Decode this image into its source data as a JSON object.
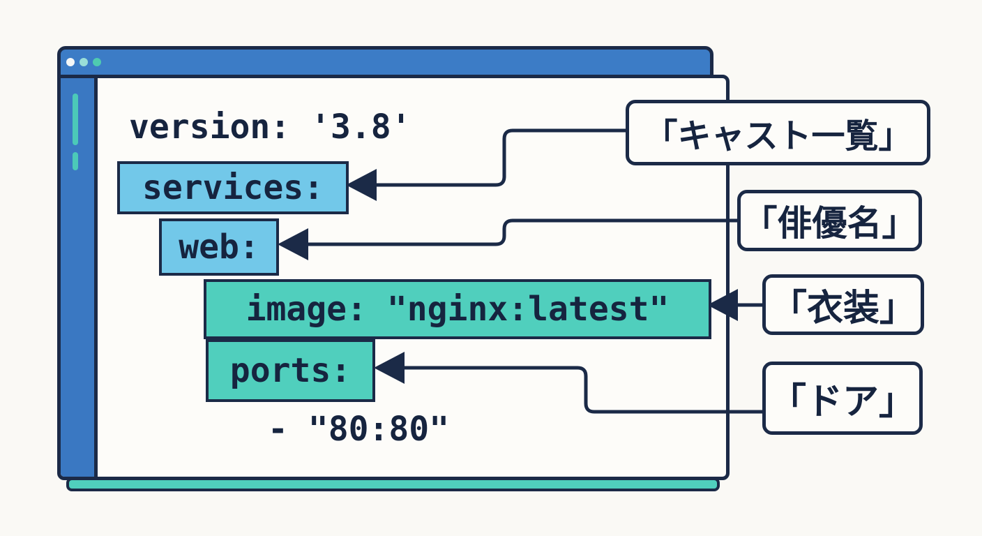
{
  "window": {
    "controls": {
      "dot_colors": [
        "#f4f7f7",
        "#9adfd8",
        "#4fcbb0"
      ]
    },
    "code_lines": [
      {
        "text": "version: '3.8'",
        "highlight": "none"
      },
      {
        "text": "services:",
        "highlight": "blue"
      },
      {
        "text": "web:",
        "highlight": "blue"
      },
      {
        "text": "image: \"nginx:latest\"",
        "highlight": "teal"
      },
      {
        "text": "ports:",
        "highlight": "teal"
      },
      {
        "text": "- \"80:80\"",
        "highlight": "none"
      }
    ]
  },
  "labels": [
    {
      "text": "「キャスト一覧」",
      "target": "services"
    },
    {
      "text": "「俳優名」",
      "target": "web"
    },
    {
      "text": "「衣装」",
      "target": "image"
    },
    {
      "text": "「ドア」",
      "target": "ports"
    }
  ],
  "colors": {
    "navy_line": "#1b2a47",
    "titlebar_blue": "#3c7cc6",
    "sidebar_blue": "#3a78c2",
    "highlight_blue": "#72c8e9",
    "highlight_teal": "#50cfbd",
    "accent_teal": "#4cc9b8",
    "panel_fill": "#fdfcf9",
    "background": "#faf9f5"
  }
}
